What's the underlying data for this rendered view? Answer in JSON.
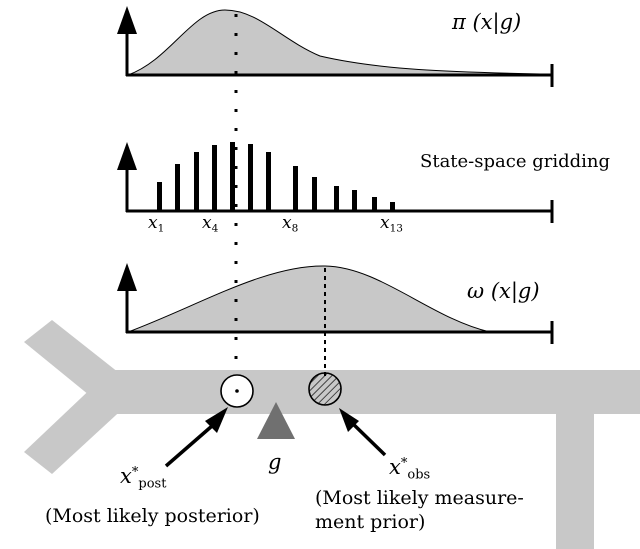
{
  "labels": {
    "pi_func": "π",
    "pi_args": "(x|g)",
    "omega_func": "ω",
    "omega_args": "(x|g)",
    "gridding": "State-space gridding",
    "x_symbol": "x",
    "x1_sub": "1",
    "x4_sub": "4",
    "x8_sub": "8",
    "x13_sub": "13",
    "g": "g",
    "post_sub": "post",
    "obs_sub": "obs",
    "star": "*",
    "post_caption": "(Most likely posterior)",
    "obs_caption_line1": "(Most likely measure-",
    "obs_caption_line2": "ment prior)"
  },
  "colors": {
    "curve_fill": "#c8c8c8",
    "road": "#c8c8c8",
    "marker": "#707070",
    "ink": "#000000"
  }
}
